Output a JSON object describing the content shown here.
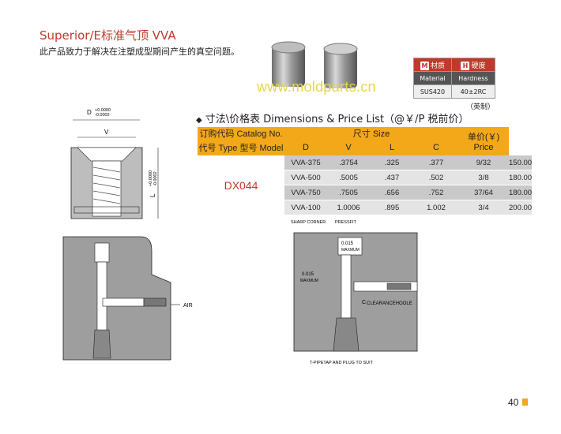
{
  "heading": "Superior/E标准气顶 VVA",
  "subtitle": "此产品致力于解决在注塑成型期间产生的真空问题。",
  "watermark": "www.moldparts.cn",
  "material_box": {
    "m_badge": "M",
    "m_label": "材质",
    "h_badge": "H",
    "h_label": "硬度",
    "material_en": "Material",
    "hardness_en": "Hardness",
    "material_value": "SUS420",
    "hardness_value": "40±2RC"
  },
  "inch_note": "（英制）",
  "dims_title": "寸法\\价格表 Dimensions & Price List（@￥/P 税前价）",
  "table": {
    "order_code_label": "订购代码 Catalog No.",
    "size_label": "尺寸 Size",
    "price_label_cn": "单价(￥)",
    "price_label_en": "Price",
    "type_label": "代号 Type 型号 Model",
    "col_d": "D",
    "col_v": "V",
    "col_l": "L",
    "col_c": "C",
    "catalog_no": "DX044",
    "rows": [
      {
        "model": "VVA-375",
        "d": ".3754",
        "v": ".325",
        "l": ".377",
        "c": "9/32",
        "price": "150.00"
      },
      {
        "model": "VVA-500",
        "d": ".5005",
        "v": ".437",
        "l": ".502",
        "c": "3/8",
        "price": "180.00"
      },
      {
        "model": "VVA-750",
        "d": ".7505",
        "v": ".656",
        "l": ".752",
        "c": "37/64",
        "price": "180.00"
      },
      {
        "model": "VVA-100",
        "d": "1.0006",
        "v": ".895",
        "l": "1.002",
        "c": "3/4",
        "price": "200.00"
      }
    ]
  },
  "drawing_top": {
    "d_label": "D",
    "d_tol_plus": "+0.0000",
    "d_tol_minus": "-0.0002",
    "v_label": "V",
    "l_label": "L",
    "l_tol_plus": "+0.0000",
    "l_tol_minus": "-0.0002"
  },
  "drawing_bottom_left": {
    "air_label": "AIR"
  },
  "drawing_bottom_right": {
    "sharp_corner": "SHARP CORNER",
    "pressfit": "PRESSFIT",
    "gap_top_value": "0.015",
    "gap_top_unit": "MAXMUM",
    "gap_left_value": "0.015",
    "gap_left_unit": "MAXMUM",
    "c_label": "C",
    "clearance": "CLEARANCEHOOLE",
    "pipe_note": "T-PIPETAP AND PLUG TO SUIT"
  },
  "page_number": "40",
  "colors": {
    "accent": "#c0392b",
    "orange": "#f3a81a",
    "row_dark": "#c9c9c9",
    "row_light": "#e4e4e4"
  }
}
